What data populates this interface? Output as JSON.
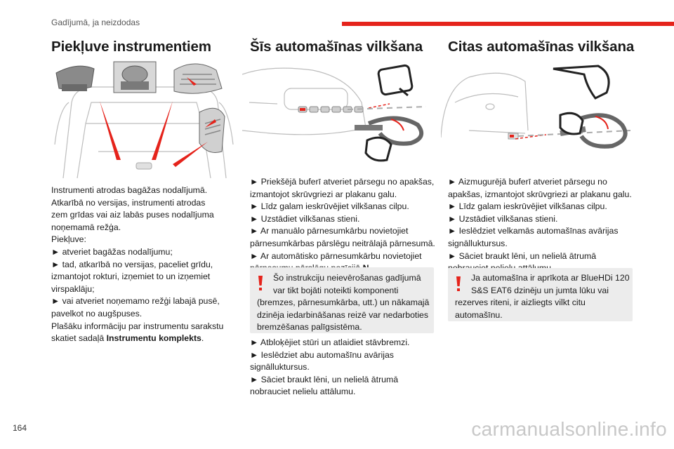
{
  "header": {
    "section": "Gadījumā, ja neizdodas",
    "accent_color": "#e5231b"
  },
  "col1": {
    "title": "Piekļuve instrumentiem",
    "lines": [
      "Instrumenti atrodas bagāžas nodalījumā.",
      "Atkarībā no versijas, instrumenti atrodas",
      "zem grīdas vai aiz labās puses nodalījuma",
      "noņemamā režģa.",
      "Piekļuve:",
      "► atveriet bagāžas nodalījumu;",
      "► tad, atkarībā no versijas, paceliet grīdu,",
      "izmantojot rokturi, izņemiet to un izņemiet",
      "virspaklāju;",
      "► vai atveriet noņemamo režģi labajā pusē,",
      "pavelkot no augšpuses.",
      "Plašāku informāciju par instrumentu sarakstu"
    ],
    "last_line_prefix": "skatiet sadaļā ",
    "last_line_bold": "Instrumentu komplekts",
    "last_line_suffix": "."
  },
  "col2": {
    "title": "Šīs automašīnas vilkšana",
    "lines": [
      "► Priekšējā buferī atveriet pārsegu no apakšas,",
      "izmantojot skrūvgriezi ar plakanu galu.",
      "► Līdz galam ieskrūvējiet vilkšanas cilpu.",
      "► Uzstādiet vilkšanas stieni.",
      "► Ar manuālo pārnesumkārbu novietojiet",
      "pārnesumkārbas pārslēgu neitrālajā pārnesumā.",
      "► Ar automātisko pārnesumkārbu novietojiet"
    ],
    "last_line_prefix": "pārnesumu pārslēgu pozīcijā ",
    "last_line_bold": "N",
    "last_line_suffix": ".",
    "warning_lines": [
      "Šo instrukciju neievērošanas gadījumā",
      "var tikt bojāti noteikti komponenti",
      "(bremzes, pārnesumkārba, utt.) un nākamajā",
      "dzinēja iedarbināšanas reizē var nedarboties",
      "bremzēšanas palīgsistēma."
    ],
    "after_lines": [
      "► Atbloķējiet stūri un atlaidiet stāvbremzi.",
      "► Ieslēdziet abu automašīnu avārijas",
      "signālluktursus.",
      "► Sāciet braukt lēni, un nelielā ātrumā",
      "nobrauciet nelielu attālumu."
    ]
  },
  "col3": {
    "title": "Citas automašīnas vilkšana",
    "lines": [
      "► Aizmugurējā buferī atveriet pārsegu no",
      "apakšas, izmantojot skrūvgriezi ar plakanu galu.",
      "► Līdz galam ieskrūvējiet vilkšanas cilpu.",
      "► Uzstādiet vilkšanas stieni.",
      "► Ieslēdziet velkamās automašīnas avārijas",
      "signālluktursus.",
      "► Sāciet braukt lēni, un nelielā ātrumā",
      "nobrauciet nelielu attālumu."
    ],
    "warning_lines": [
      "Ja automašīna ir aprīkota ar BlueHDi 120",
      "S&S EAT6 dzinēju un jumta lūku vai",
      "rezerves riteni, ir aizliegts vilkt citu",
      "automašīnu."
    ]
  },
  "footer": {
    "page_number": "164",
    "watermark": "carmanualsonline.info"
  }
}
